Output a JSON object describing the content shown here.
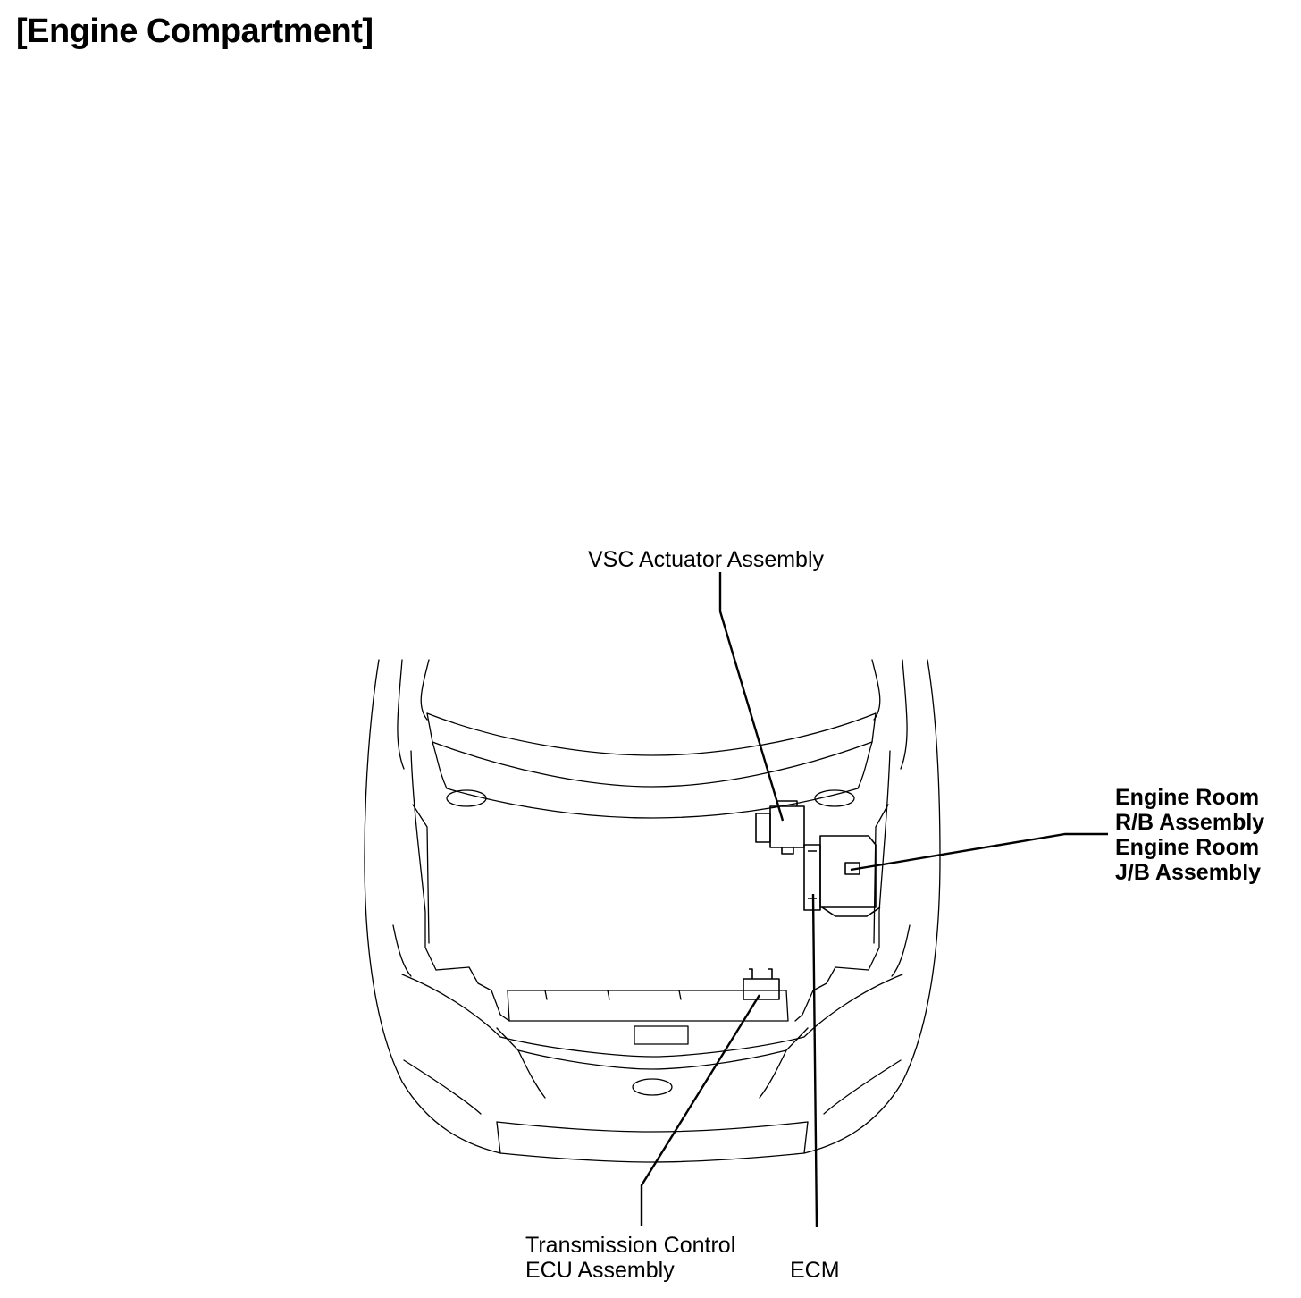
{
  "title": "[Engine Compartment]",
  "labels": {
    "vsc_actuator": "VSC Actuator Assembly",
    "engine_room_rb_line1": "Engine Room",
    "engine_room_rb_line2": "R/B Assembly",
    "engine_room_jb_line1": "Engine Room",
    "engine_room_jb_line2": "J/B Assembly",
    "tcu_line1": "Transmission Control",
    "tcu_line2": "ECU Assembly",
    "ecm": "ECM"
  }
}
